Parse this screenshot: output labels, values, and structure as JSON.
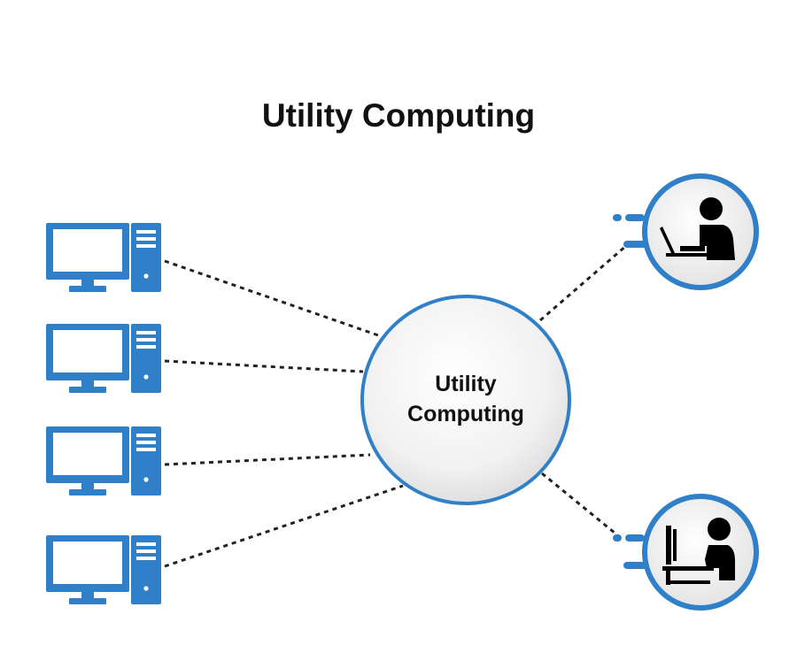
{
  "title": "Utility Computing",
  "hub": {
    "line1": "Utility",
    "line2": "Computing"
  },
  "colors": {
    "primary_blue": "#2f80c8",
    "dark_text": "#111111",
    "dash_line": "#222222",
    "hub_fill": "#f3f3f3",
    "user_circle_fill": "#efefef",
    "person_fill": "#000000"
  },
  "clients": [
    {
      "icon": "desktop-computer-icon"
    },
    {
      "icon": "desktop-computer-icon"
    },
    {
      "icon": "desktop-computer-icon"
    },
    {
      "icon": "desktop-computer-icon"
    }
  ],
  "users": [
    {
      "icon": "person-laptop-icon"
    },
    {
      "icon": "person-desktop-icon"
    }
  ]
}
